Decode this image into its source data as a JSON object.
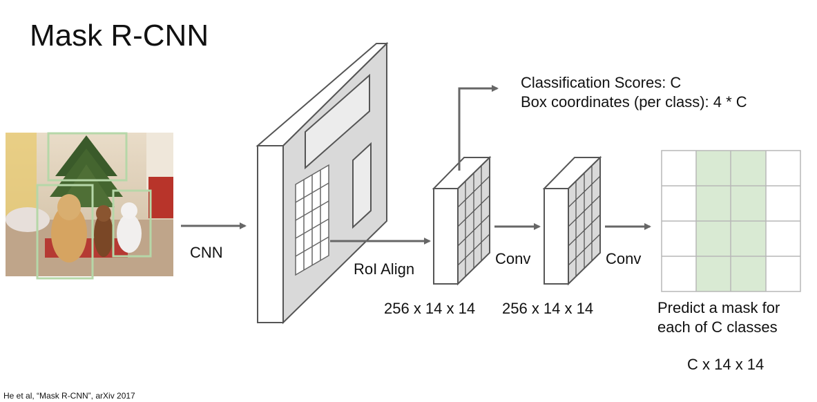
{
  "title": "Mask R-CNN",
  "citation": "He et al, “Mask R-CNN”, arXiv 2017",
  "labels": {
    "cnn": "CNN",
    "roi_align": "RoI Align",
    "conv1": "Conv",
    "conv2": "Conv",
    "shape1": "256 x 14 x 14",
    "shape2": "256 x 14 x 14",
    "cls_scores": "Classification Scores: C",
    "box_coords": "Box coordinates (per class): 4 * C",
    "mask_line1": "Predict a mask for",
    "mask_line2": "each of C classes",
    "mask_shape": "C x 14 x 14"
  },
  "colors": {
    "arrow": "#666666",
    "feature_face": "#d9d9d9",
    "block_edge": "#555555",
    "bbox": "#b6d7a8",
    "mask_fill": "#d9ead3",
    "mask_grid": "#b7b7b7"
  }
}
